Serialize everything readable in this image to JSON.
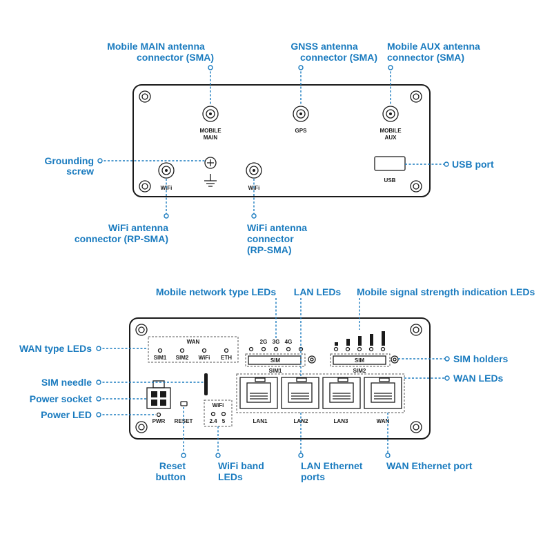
{
  "top_panel": {
    "callouts": {
      "mobile_main": [
        "Mobile MAIN antenna",
        "connector (SMA)"
      ],
      "gnss": [
        "GNSS antenna",
        "connector (SMA)"
      ],
      "mobile_aux": [
        "Mobile AUX antenna",
        "connector (SMA)"
      ],
      "grounding": [
        "Grounding",
        "screw"
      ],
      "usb": "USB port",
      "wifi_left": [
        "WiFi antenna",
        "connector (RP-SMA)"
      ],
      "wifi_right": [
        "WiFi antenna",
        "connector",
        "(RP-SMA)"
      ]
    },
    "labels": {
      "mobile_main": [
        "MOBILE",
        "MAIN"
      ],
      "gps": "GPS",
      "mobile_aux": [
        "MOBILE",
        "AUX"
      ],
      "usb": "USB",
      "wifi1": "WiFi",
      "wifi2": "WiFi"
    }
  },
  "bottom_panel": {
    "callouts": {
      "mobile_net_leds": "Mobile network type LEDs",
      "lan_leds": "LAN LEDs",
      "signal_leds": "Mobile signal strength indication LEDs",
      "wan_type_leds": "WAN type LEDs",
      "sim_holders": "SIM holders",
      "sim_needle": "SIM needle",
      "wan_leds": "WAN LEDs",
      "power_socket": "Power socket",
      "power_led": "Power LED",
      "reset_button": [
        "Reset",
        "button"
      ],
      "wifi_band_leds": [
        "WiFi band",
        "LEDs"
      ],
      "lan_ports": [
        "LAN Ethernet",
        "ports"
      ],
      "wan_port": "WAN Ethernet port"
    },
    "labels": {
      "wan_title": "WAN",
      "wan_types": [
        "SIM1",
        "SIM2",
        "WiFi",
        "ETH"
      ],
      "net_types": [
        "2G",
        "3G",
        "4G"
      ],
      "sim": "SIM",
      "sim1": "SIM1",
      "sim2": "SIM2",
      "pwr": "PWR",
      "reset": "RESET",
      "wifi": "WiFi",
      "bands": [
        "2.4",
        "5"
      ],
      "ports": [
        "LAN1",
        "LAN2",
        "LAN3",
        "WAN"
      ]
    }
  }
}
